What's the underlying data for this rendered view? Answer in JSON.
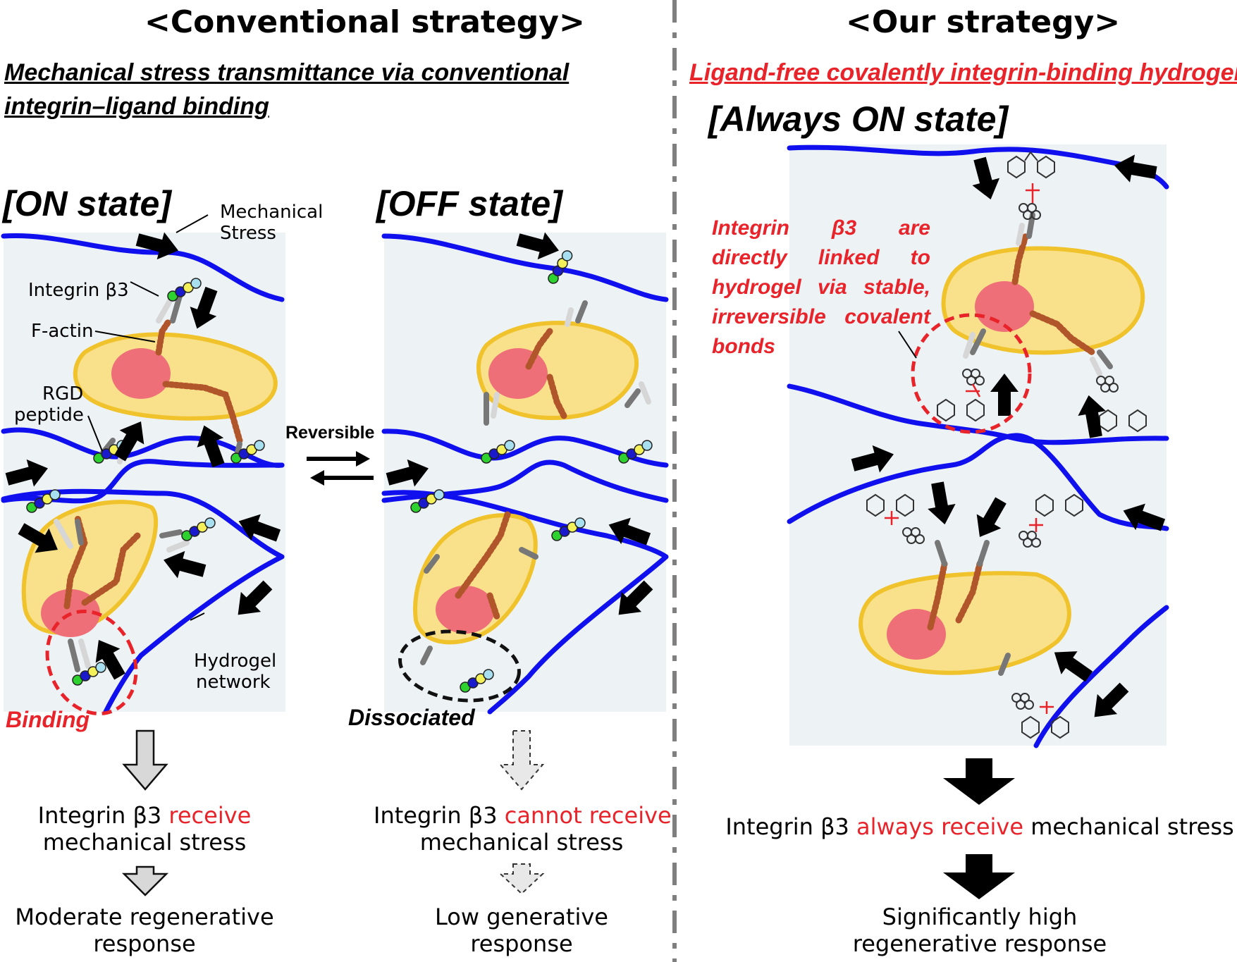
{
  "left_header": "<Conventional strategy>",
  "right_header": "<Our strategy>",
  "left_subtitle_line1": "Mechanical stress transmittance via conventional",
  "left_subtitle_line2": "integrin–ligand binding",
  "right_subtitle": "Ligand-free covalently integrin-binding hydrogel",
  "on_state": "[ON state]",
  "off_state": "[OFF state]",
  "always_on_state": "[Always ON state]",
  "labels": {
    "mechanical_stress_1": "Mechanical",
    "mechanical_stress_2": "Stress",
    "integrin": "Integrin β3",
    "f_actin": "F-actin",
    "rgd_1": "RGD",
    "rgd_2": "peptide",
    "hydrogel_1": "Hydrogel",
    "hydrogel_2": "network",
    "reversible": "Reversible",
    "binding": "Binding",
    "dissociated": "Dissociated"
  },
  "annotation_lines": [
    "Integrin β3 are",
    "directly linked to",
    "hydrogel via stable,",
    "irreversible covalent",
    "bonds"
  ],
  "outcomes": {
    "on_1_pre": "Integrin β3 ",
    "on_1_red": "receive",
    "on_2": "mechanical stress",
    "on_3": "Moderate regenerative",
    "on_4": "response",
    "off_1_pre": "Integrin β3 ",
    "off_1_red": "cannot receive",
    "off_2": "mechanical stress",
    "off_3": "Low generative",
    "off_4": "response",
    "always_1_pre": "Integrin β3 ",
    "always_1_red": "always receive",
    "always_1_post": " mechanical stress",
    "always_3": "Significantly high",
    "always_4": "regenerative response"
  },
  "colors": {
    "hydrogel_network": "#1010ee",
    "panel_background": "#edf2f5",
    "cell": "#f9e08a",
    "nucleus": "#ef6f79",
    "stress_arrow": "#f7c531",
    "highlight_red": "#e8232a"
  }
}
